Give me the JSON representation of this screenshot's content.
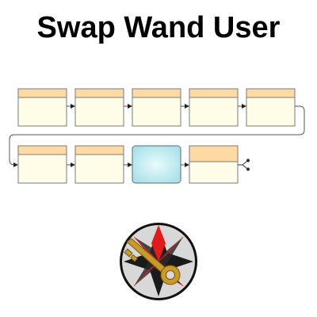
{
  "title": "Swap Wand User",
  "colors": {
    "card_header": "#ffd9a3",
    "card_body": "#fffde8",
    "card_border": "#7a7a7a",
    "highlight_fill": "#bfeff3",
    "highlight_border": "#5a6a6a",
    "connector": "#555555"
  },
  "sequence": [
    {
      "kind": "card"
    },
    {
      "kind": "card"
    },
    {
      "kind": "card"
    },
    {
      "kind": "card"
    },
    {
      "kind": "card"
    },
    {
      "kind": "card"
    },
    {
      "kind": "card"
    },
    {
      "kind": "highlight"
    },
    {
      "kind": "card-branch"
    }
  ],
  "icon": {
    "name": "key-compass-icon",
    "star_color": "#e31a1a",
    "key_color": "#c89a2a",
    "disc_color": "#d8d8d8",
    "dark_point_color": "#1a1a1a"
  }
}
